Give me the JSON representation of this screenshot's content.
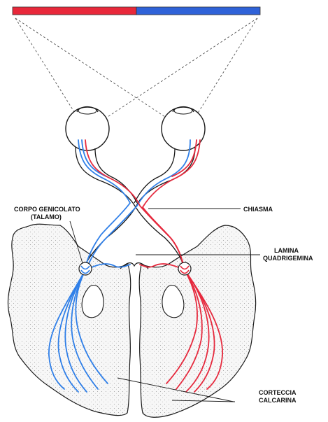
{
  "visual_field_bar": {
    "left_half_color": "#e8283a",
    "right_half_color": "#2f62d8"
  },
  "colors": {
    "left_pathway": "#2f7fe8",
    "right_pathway": "#e62a3e",
    "outline": "#1a1a1a",
    "brain_fill": "#f4f4f4"
  },
  "labels": {
    "corpo_line1": "CORPO GENICOLATO",
    "corpo_line2": "(TALAMO)",
    "chiasma": "CHIASMA",
    "lamina_line1": "LAMINA",
    "lamina_line2": "QUADRIGEMINA",
    "corteccia_line1": "CORTECCIA",
    "corteccia_line2": "CALCARINA"
  }
}
